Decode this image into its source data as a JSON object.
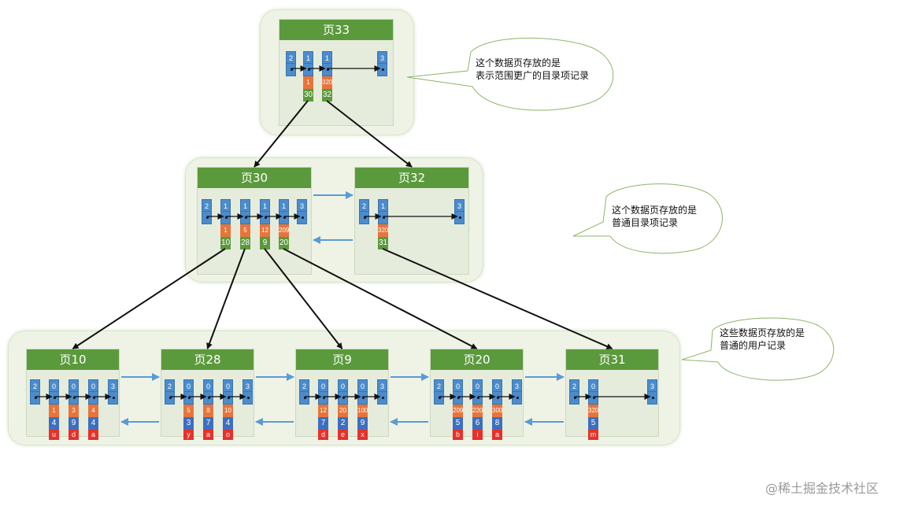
{
  "title": "InnoDB B+树索引结构示意图",
  "colors": {
    "page_header": "#5b9a3c",
    "record_header": "#4a8ccd",
    "key_cell": "#e8743b",
    "page_no_cell": "#5b9a3c",
    "column_cell": "#3c6fbf",
    "value_cell": "#e8302a",
    "sibling_arrow": "#5b9bd5",
    "child_arrow": "#111111"
  },
  "pages": [
    {
      "id": "p33",
      "label": "页33",
      "level": 2,
      "records": [
        {
          "type": "2"
        },
        {
          "type": "1",
          "key": "1",
          "child": "30"
        },
        {
          "type": "1",
          "key": "320",
          "child": "32"
        },
        {
          "type": "3"
        }
      ]
    },
    {
      "id": "p30",
      "label": "页30",
      "level": 1,
      "records": [
        {
          "type": "2"
        },
        {
          "type": "1",
          "key": "1",
          "child": "10"
        },
        {
          "type": "1",
          "key": "5",
          "child": "28"
        },
        {
          "type": "1",
          "key": "12",
          "child": "9"
        },
        {
          "type": "1",
          "key": "209",
          "child": "20"
        },
        {
          "type": "3"
        }
      ]
    },
    {
      "id": "p32",
      "label": "页32",
      "level": 1,
      "records": [
        {
          "type": "2"
        },
        {
          "type": "1",
          "key": "320",
          "child": "31"
        },
        {
          "type": "3"
        }
      ]
    },
    {
      "id": "p10",
      "label": "页10",
      "level": 0,
      "records": [
        {
          "type": "2"
        },
        {
          "type": "0",
          "key": "1",
          "c2": "4",
          "c3": "u"
        },
        {
          "type": "0",
          "key": "3",
          "c2": "9",
          "c3": "d"
        },
        {
          "type": "0",
          "key": "4",
          "c2": "4",
          "c3": "a"
        },
        {
          "type": "3"
        }
      ]
    },
    {
      "id": "p28",
      "label": "页28",
      "level": 0,
      "records": [
        {
          "type": "2"
        },
        {
          "type": "0",
          "key": "5",
          "c2": "3",
          "c3": "y"
        },
        {
          "type": "0",
          "key": "8",
          "c2": "7",
          "c3": "a"
        },
        {
          "type": "0",
          "key": "10",
          "c2": "4",
          "c3": "o"
        },
        {
          "type": "3"
        }
      ]
    },
    {
      "id": "p9",
      "label": "页9",
      "level": 0,
      "records": [
        {
          "type": "2"
        },
        {
          "type": "0",
          "key": "12",
          "c2": "7",
          "c3": "d"
        },
        {
          "type": "0",
          "key": "20",
          "c2": "2",
          "c3": "e"
        },
        {
          "type": "0",
          "key": "100",
          "c2": "9",
          "c3": "x"
        },
        {
          "type": "3"
        }
      ]
    },
    {
      "id": "p20",
      "label": "页20",
      "level": 0,
      "records": [
        {
          "type": "2"
        },
        {
          "type": "0",
          "key": "209",
          "c2": "5",
          "c3": "b"
        },
        {
          "type": "0",
          "key": "220",
          "c2": "6",
          "c3": "i"
        },
        {
          "type": "0",
          "key": "300",
          "c2": "8",
          "c3": "a"
        },
        {
          "type": "3"
        }
      ]
    },
    {
      "id": "p31",
      "label": "页31",
      "level": 0,
      "records": [
        {
          "type": "2"
        },
        {
          "type": "0",
          "key": "320",
          "c2": "5",
          "c3": "m"
        },
        {
          "type": "3"
        }
      ]
    }
  ],
  "callouts": [
    {
      "id": "root",
      "lines": [
        "这个数据页存放的是",
        "表示范围更广的目录项记录"
      ]
    },
    {
      "id": "mid",
      "lines": [
        "这个数据页存放的是",
        "普通目录项记录"
      ]
    },
    {
      "id": "leaf",
      "lines": [
        "这些数据页存放的是",
        "普通的用户记录"
      ]
    }
  ],
  "watermark": "@稀土掘金技术社区"
}
